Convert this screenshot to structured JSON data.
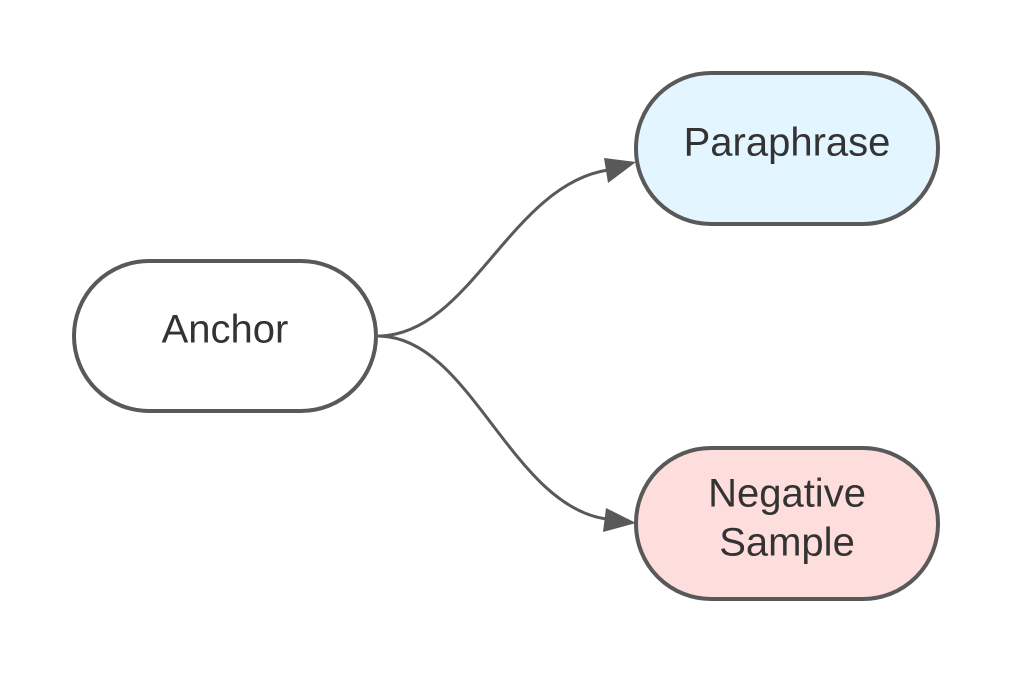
{
  "diagram": {
    "nodes": {
      "anchor": {
        "label": "Anchor",
        "fill": "#ffffff"
      },
      "paraphrase": {
        "label": "Paraphrase",
        "fill": "#e3f5ff"
      },
      "negative": {
        "label_line1": "Negative",
        "label_line2": "Sample",
        "fill": "#fddedd"
      }
    },
    "edges": [
      {
        "from": "Anchor",
        "to": "Paraphrase"
      },
      {
        "from": "Anchor",
        "to": "Negative Sample"
      }
    ],
    "colors": {
      "stroke": "#595959",
      "text": "#333333"
    }
  }
}
